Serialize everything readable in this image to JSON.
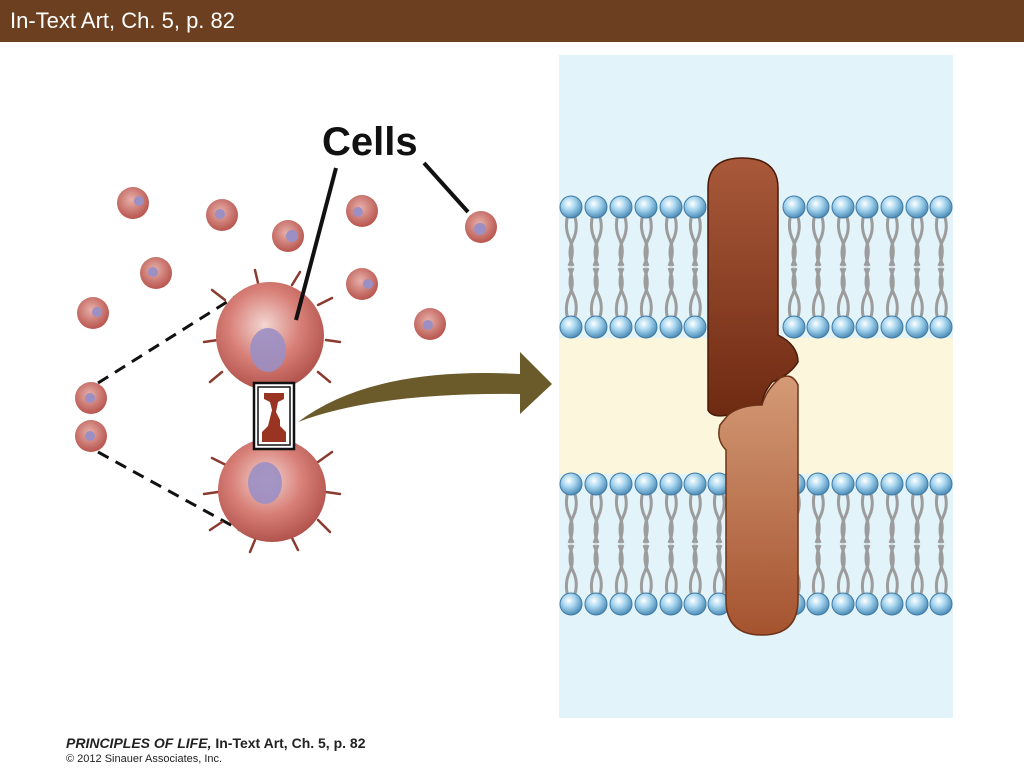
{
  "header": {
    "title": "In-Text Art, Ch. 5, p. 82"
  },
  "diagram": {
    "label_cells": "Cells"
  },
  "footer": {
    "book_title": "PRINCIPLES OF LIFE,",
    "reference": " In-Text Art, Ch. 5, p. 82",
    "copyright": "© 2012 Sinauer Associates, Inc."
  },
  "colors": {
    "header_bar": "#6b3f1f",
    "arrow": "#6b5a2a",
    "membrane_panel": "#e2f3f9",
    "intercellular_space": "#fbf6dc",
    "protein_dark": "#8a3b1c",
    "protein_light": "#c98a66",
    "phospholipid_head": "#8ec6e6",
    "cell": "#c86a63"
  }
}
